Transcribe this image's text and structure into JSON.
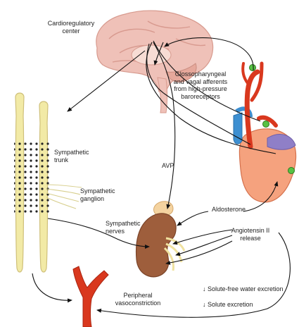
{
  "labels": {
    "cardio_center": "Cardioregulatory\ncenter",
    "afferents": "Glossopharyngeal\nand vagal afferents\nfrom high-pressure\nbaroreceptors",
    "trunk": "Sympathetic\ntrunk",
    "ganglion": "Sympathetic\nganglion",
    "nerves": "Sympathetic\nnerves",
    "avp": "AVP",
    "aldosterone": "Aldosterone",
    "angiotensin": "Angiotensin II\nrelease",
    "vasoconstriction": "Peripheral\nvasoconstriction",
    "water_excretion": "Solute-free water excretion",
    "solute_excretion": "Solute excretion"
  },
  "icons": {
    "decrease_arrow": "down-arrow-icon"
  },
  "colors": {
    "brain": "#efc1b8",
    "trunk": "#f2eaa6",
    "kidney": "#9e5e3c",
    "adrenal": "#f4d3a0",
    "artery": "#d9381e",
    "vein": "#3d8fd1",
    "heart": "#f5a27e",
    "receptor": "#57c244"
  }
}
